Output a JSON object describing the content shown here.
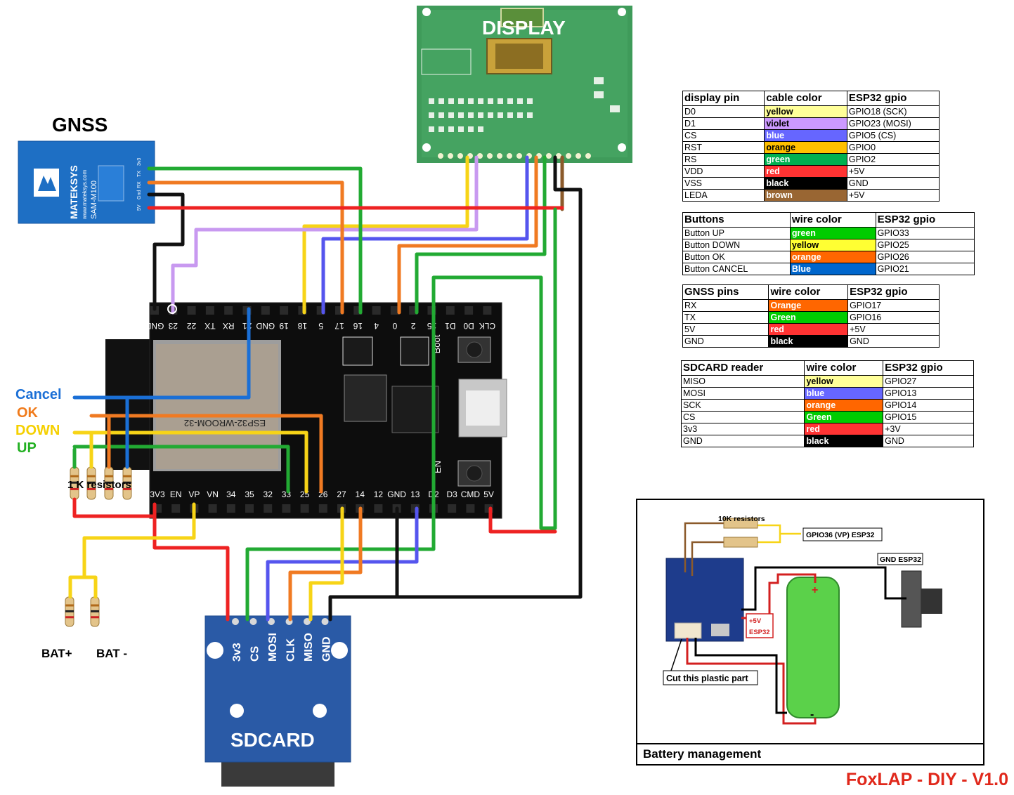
{
  "labels": {
    "display": "DISPLAY",
    "gnss": "GNSS",
    "sdcard": "SDCARD",
    "resistors": "1 K resistors",
    "bat_plus": "BAT+",
    "bat_minus": "BAT -",
    "title": "FoxLAP - DIY - V1.0"
  },
  "button_labels": [
    {
      "text": "Cancel",
      "color": "#1a6fd6"
    },
    {
      "text": "OK",
      "color": "#f07a1a"
    },
    {
      "text": "DOWN",
      "color": "#f5d000"
    },
    {
      "text": "UP",
      "color": "#22b022"
    }
  ],
  "gnss_module": {
    "brand": "MATEKSYS",
    "url": "www.mateksys.com",
    "model": "SAM-M100",
    "pins": [
      "5V",
      "Gnd",
      "RX",
      "TX",
      "3v3"
    ]
  },
  "esp32_module": {
    "model": "ESP32-WROOM-32",
    "boot": "Boot",
    "en": "EN"
  },
  "esp32_top_pins": [
    "GND",
    "23",
    "22",
    "TX",
    "RX",
    "21",
    "GND",
    "19",
    "18",
    "5",
    "17",
    "16",
    "4",
    "0",
    "2",
    "15",
    "D1",
    "D0",
    "CLK"
  ],
  "esp32_bottom_pins": [
    "3V3",
    "EN",
    "VP",
    "VN",
    "34",
    "35",
    "32",
    "33",
    "25",
    "26",
    "27",
    "14",
    "12",
    "GND",
    "13",
    "D2",
    "D3",
    "CMD",
    "5V"
  ],
  "sd_pins": [
    "3v3",
    "CS",
    "MOSI",
    "CLK",
    "MISO",
    "GND"
  ],
  "tables": {
    "display": {
      "headers": [
        "display pin",
        "cable color",
        "ESP32 gpio"
      ],
      "rows": [
        {
          "pin": "D0",
          "color": "yellow",
          "swatch": "#ffff99",
          "gpio": "GPIO18 (SCK)"
        },
        {
          "pin": "D1",
          "color": "violet",
          "swatch": "#cc99ff",
          "gpio": "GPIO23 (MOSI)"
        },
        {
          "pin": "CS",
          "color": "blue",
          "swatch": "#6666ff",
          "gpio": "GPIO5 (CS)"
        },
        {
          "pin": "RST",
          "color": "orange",
          "swatch": "#ffc000",
          "gpio": "GPIO0"
        },
        {
          "pin": "RS",
          "color": "green",
          "swatch": "#00b050",
          "gpio": "GPIO2"
        },
        {
          "pin": "VDD",
          "color": "red",
          "swatch": "#ff3333",
          "gpio": "+5V"
        },
        {
          "pin": "VSS",
          "color": "black",
          "swatch": "#000000",
          "gpio": "GND"
        },
        {
          "pin": "LEDA",
          "color": "brown",
          "swatch": "#996633",
          "gpio": "+5V"
        }
      ]
    },
    "buttons": {
      "headers": [
        "Buttons",
        "wire color",
        "ESP32 gpio"
      ],
      "rows": [
        {
          "pin": "Button UP",
          "color": "green",
          "swatch": "#00cc00",
          "gpio": "GPIO33"
        },
        {
          "pin": "Button DOWN",
          "color": "yellow",
          "swatch": "#ffff33",
          "gpio": "GPIO25"
        },
        {
          "pin": "Button OK",
          "color": "orange",
          "swatch": "#ff6600",
          "gpio": "GPIO26"
        },
        {
          "pin": "Button CANCEL",
          "color": "Blue",
          "swatch": "#0066cc",
          "gpio": "GPIO21"
        }
      ]
    },
    "gnss": {
      "headers": [
        "GNSS pins",
        "wire color",
        "ESP32 gpio"
      ],
      "rows": [
        {
          "pin": "RX",
          "color": "Orange",
          "swatch": "#ff6600",
          "gpio": "GPIO17"
        },
        {
          "pin": "TX",
          "color": "Green",
          "swatch": "#00cc00",
          "gpio": "GPIO16"
        },
        {
          "pin": "5V",
          "color": "red",
          "swatch": "#ff3333",
          "gpio": "+5V"
        },
        {
          "pin": "GND",
          "color": "black",
          "swatch": "#000000",
          "gpio": "GND"
        }
      ]
    },
    "sdcard": {
      "headers": [
        "SDCARD reader",
        "wire color",
        "ESP32 gpio"
      ],
      "rows": [
        {
          "pin": "MISO",
          "color": "yellow",
          "swatch": "#ffff99",
          "gpio": "GPIO27"
        },
        {
          "pin": "MOSI",
          "color": "blue",
          "swatch": "#6666ff",
          "gpio": "GPIO13"
        },
        {
          "pin": "SCK",
          "color": "orange",
          "swatch": "#ff6600",
          "gpio": "GPIO14"
        },
        {
          "pin": "CS",
          "color": "Green",
          "swatch": "#00cc00",
          "gpio": "GPIO15"
        },
        {
          "pin": "3v3",
          "color": "red",
          "swatch": "#ff3333",
          "gpio": "+3V"
        },
        {
          "pin": "GND",
          "color": "black",
          "swatch": "#000000",
          "gpio": "GND"
        }
      ]
    }
  },
  "battery": {
    "caption": "Battery management",
    "resistors": "10K resistors",
    "gpio36": "GPIO36 (VP) ESP32",
    "gnd": "GND ESP32",
    "plus5v": "+5V\nESP32",
    "cut": "Cut this plastic part",
    "plus": "+",
    "minus": "-"
  },
  "wire_colors": {
    "red": "#ee2222",
    "black": "#111111",
    "green": "#22aa33",
    "orange": "#f07a22",
    "yellow": "#f7d417",
    "violet": "#c899f0",
    "blue": "#5555ee",
    "brown": "#8b5a2b",
    "bluebtn": "#1a6fd6"
  }
}
